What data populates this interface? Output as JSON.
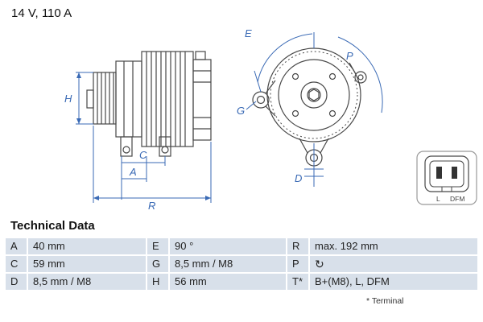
{
  "header": {
    "title": "14 V, 110 A"
  },
  "diagram": {
    "side_view_labels": {
      "H": "H",
      "A": "A",
      "C": "C",
      "R": "R"
    },
    "front_view_labels": {
      "E": "E",
      "P": "P",
      "G": "G",
      "D": "D"
    },
    "connector_labels": {
      "left_pin": "L",
      "right_pin": "DFM"
    }
  },
  "technical_data": {
    "heading": "Technical Data",
    "rows": [
      {
        "cells": [
          {
            "key": "A",
            "value": "40 mm"
          },
          {
            "key": "E",
            "value": "90 °"
          },
          {
            "key": "R",
            "value": "max. 192 mm"
          }
        ]
      },
      {
        "cells": [
          {
            "key": "C",
            "value": "59 mm"
          },
          {
            "key": "G",
            "value": "8,5 mm / M8"
          },
          {
            "key": "P",
            "value": "",
            "icon": "rotation-cw"
          }
        ]
      },
      {
        "cells": [
          {
            "key": "D",
            "value": "8,5 mm / M8"
          },
          {
            "key": "H",
            "value": "56 mm"
          },
          {
            "key": "T*",
            "value": "B+(M8), L, DFM"
          }
        ]
      }
    ],
    "footnote": "* Terminal"
  },
  "icons": {
    "rotation_cw_glyph": "↻"
  },
  "colors": {
    "dimension_blue": "#3a6ab5",
    "drawing_line": "#474747",
    "table_row_bg": "#d8e0ea"
  }
}
